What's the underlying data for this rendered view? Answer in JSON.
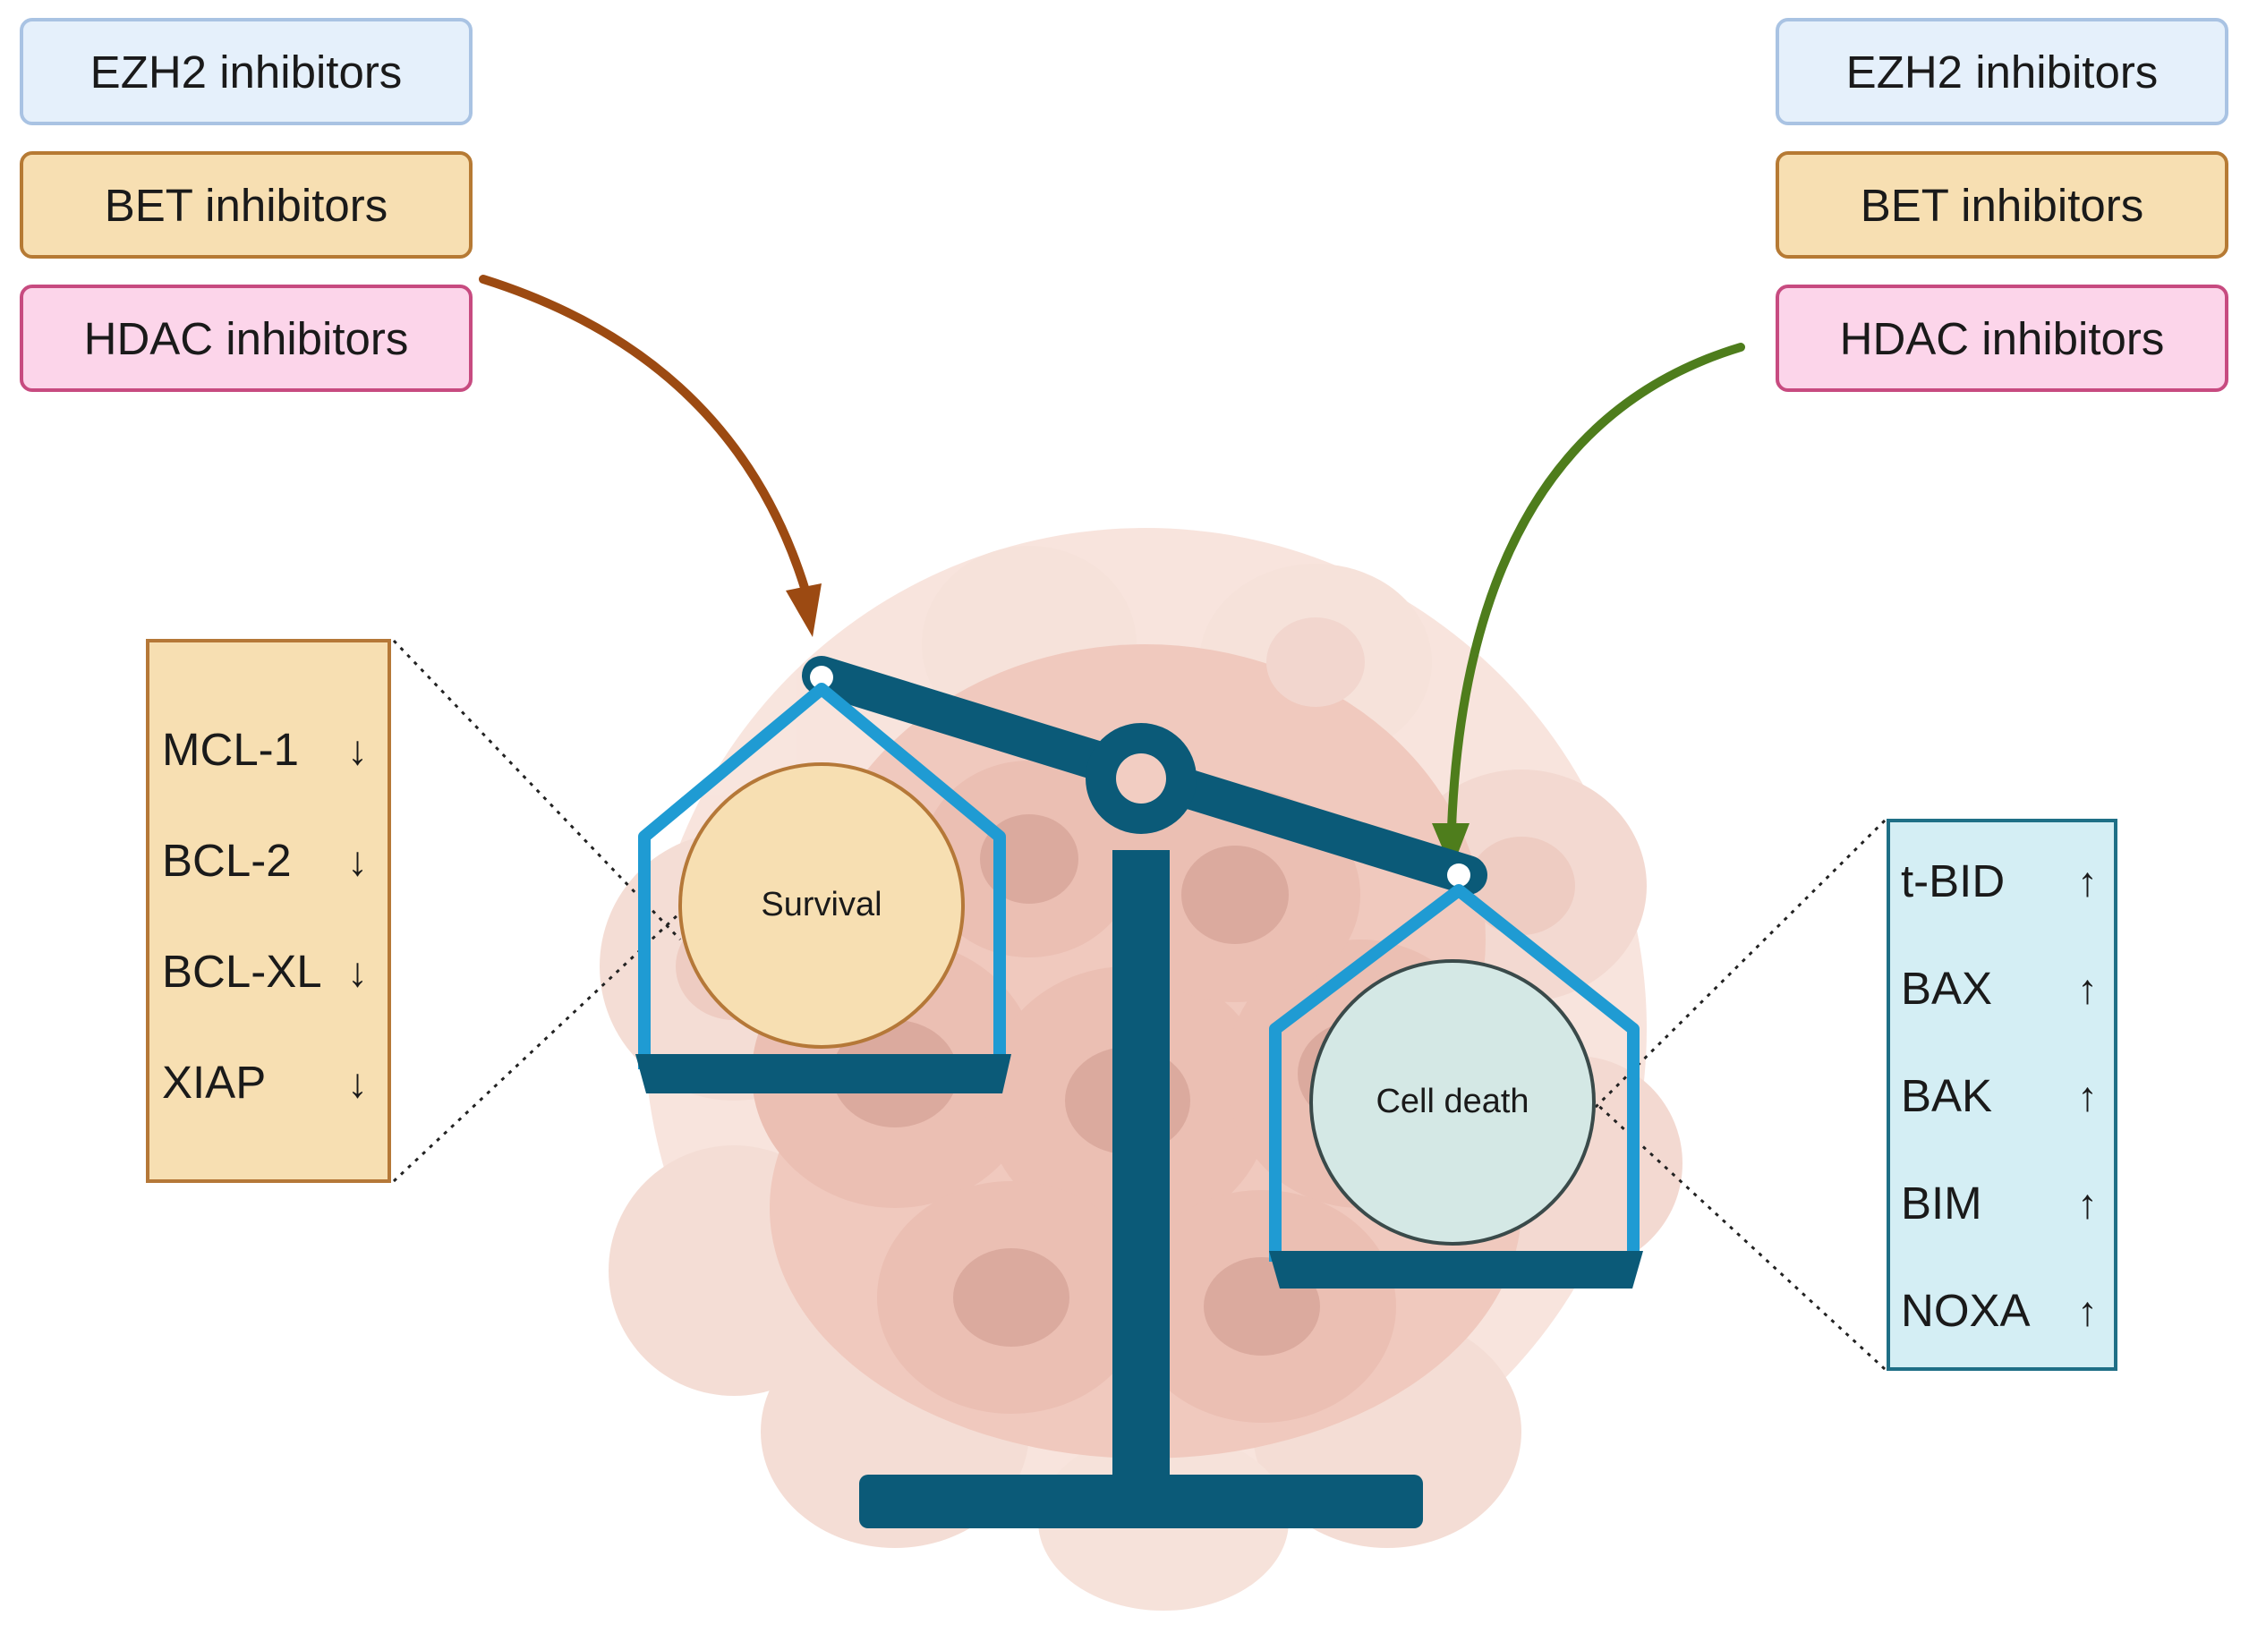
{
  "left_inhibitors": [
    {
      "label": "EZH2 inhibitors"
    },
    {
      "label": "BET inhibitors"
    },
    {
      "label": "HDAC inhibitors"
    }
  ],
  "right_inhibitors": [
    {
      "label": "EZH2 inhibitors"
    },
    {
      "label": "BET inhibitors"
    },
    {
      "label": "HDAC inhibitors"
    }
  ],
  "balance": {
    "left_pan_label": "Survival",
    "right_pan_label": "Cell death"
  },
  "anti_apoptotic": [
    {
      "name": "MCL-1",
      "arrow": "↓"
    },
    {
      "name": "BCL-2",
      "arrow": "↓"
    },
    {
      "name": "BCL-XL",
      "arrow": "↓"
    },
    {
      "name": "XIAP",
      "arrow": "↓"
    }
  ],
  "pro_apoptotic": [
    {
      "name": "t-BID",
      "arrow": "↑"
    },
    {
      "name": "BAX",
      "arrow": "↑"
    },
    {
      "name": "BAK",
      "arrow": "↑"
    },
    {
      "name": "BIM",
      "arrow": "↑"
    },
    {
      "name": "NOXA",
      "arrow": "↑"
    }
  ],
  "colors": {
    "ezh2": "#e5f0fb",
    "bet": "#f7dfb2",
    "hdac": "#fcd5ea",
    "scale": "#0b5a78",
    "pan_frame": "#1f9bd3",
    "survival_fill": "#f7dfb2",
    "cell_death_fill": "#d4e8e5",
    "arrow_left": "#9c4a12",
    "arrow_right": "#4e7d1c"
  }
}
